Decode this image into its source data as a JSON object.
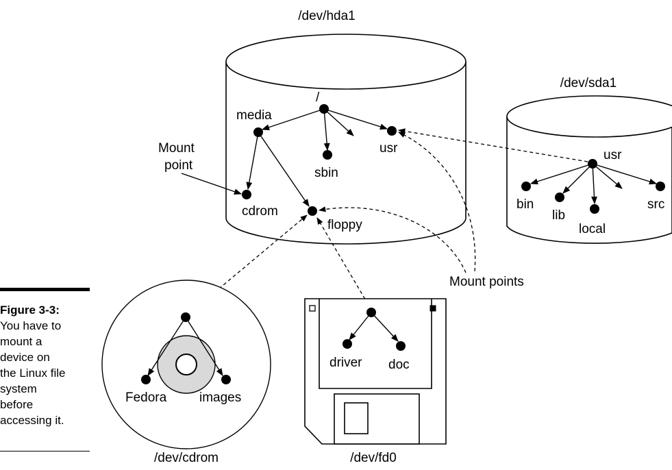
{
  "devices": {
    "hda1": "/dev/hda1",
    "sda1": "/dev/sda1",
    "cdrom": "/dev/cdrom",
    "fd0": "/dev/fd0"
  },
  "hda1_tree": {
    "root": "/",
    "media": "media",
    "sbin": "sbin",
    "usr": "usr",
    "cdrom": "cdrom",
    "floppy": "floppy"
  },
  "sda1_tree": {
    "usr": "usr",
    "bin": "bin",
    "lib": "lib",
    "local": "local",
    "src": "src"
  },
  "cdrom_tree": {
    "fedora": "Fedora",
    "images": "images"
  },
  "fd0_tree": {
    "driver": "driver",
    "doc": "doc"
  },
  "annotations": {
    "mount_point_line1": "Mount",
    "mount_point_line2": "point",
    "mount_points": "Mount points"
  },
  "caption": {
    "figure": "Figure 3-3:",
    "text_lines": [
      "You have to",
      "mount a",
      "device on",
      "the Linux file",
      "system",
      "before",
      "accessing it."
    ]
  }
}
